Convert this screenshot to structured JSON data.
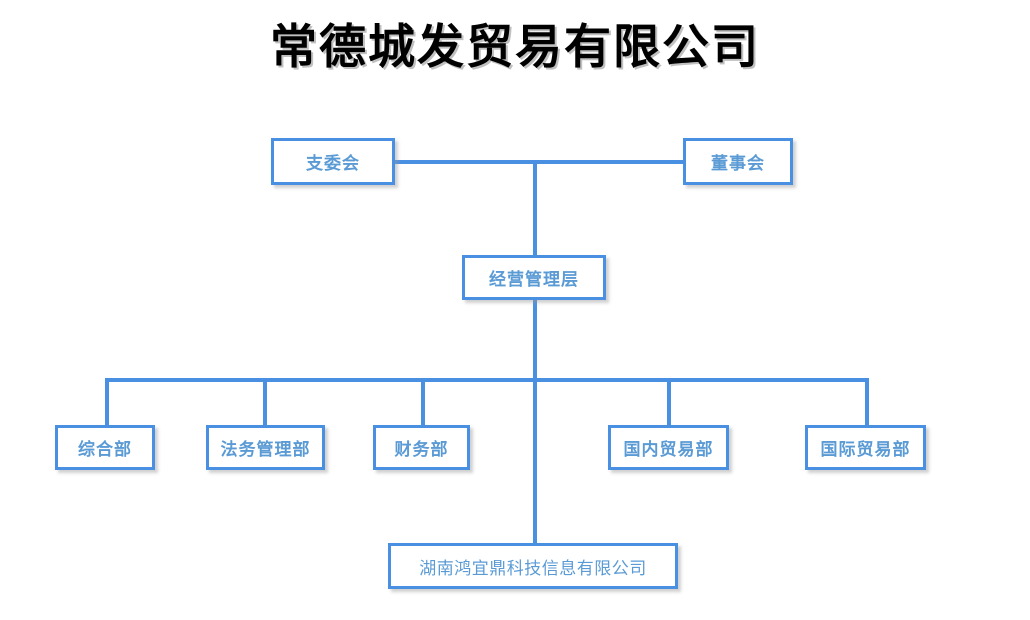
{
  "chart_data": {
    "type": "diagram",
    "subtype": "org-chart",
    "title": "常德城发贸易有限公司",
    "background_color": "#ffffff",
    "line_color": "#4a90e2",
    "box_border_color": "#4a90e2",
    "box_text_color": "#5b9bd5",
    "title_color": "#000000",
    "nodes": [
      {
        "id": "party_committee",
        "label": "支委会",
        "level": 1
      },
      {
        "id": "board",
        "label": "董事会",
        "level": 1
      },
      {
        "id": "management",
        "label": "经营管理层",
        "level": 2
      },
      {
        "id": "general",
        "label": "综合部",
        "level": 3
      },
      {
        "id": "legal",
        "label": "法务管理部",
        "level": 3
      },
      {
        "id": "finance",
        "label": "财务部",
        "level": 3
      },
      {
        "id": "domestic_trade",
        "label": "国内贸易部",
        "level": 3
      },
      {
        "id": "intl_trade",
        "label": "国际贸易部",
        "level": 3
      },
      {
        "id": "subsidiary",
        "label": "湖南鸿宜鼎科技信息有限公司",
        "level": 4
      }
    ],
    "edges": [
      {
        "from": "party_committee",
        "to": "board"
      },
      {
        "from": "board",
        "to": "management"
      },
      {
        "from": "management",
        "to": "general"
      },
      {
        "from": "management",
        "to": "legal"
      },
      {
        "from": "management",
        "to": "finance"
      },
      {
        "from": "management",
        "to": "domestic_trade"
      },
      {
        "from": "management",
        "to": "intl_trade"
      },
      {
        "from": "management",
        "to": "subsidiary"
      }
    ]
  },
  "header": {
    "title": "常德城发贸易有限公司"
  },
  "level1": {
    "party_committee": "支委会",
    "board": "董事会"
  },
  "level2": {
    "management": "经营管理层"
  },
  "level3": {
    "general": "综合部",
    "legal": "法务管理部",
    "finance": "财务部",
    "domestic_trade": "国内贸易部",
    "intl_trade": "国际贸易部"
  },
  "level4": {
    "subsidiary": "湖南鸿宜鼎科技信息有限公司"
  }
}
